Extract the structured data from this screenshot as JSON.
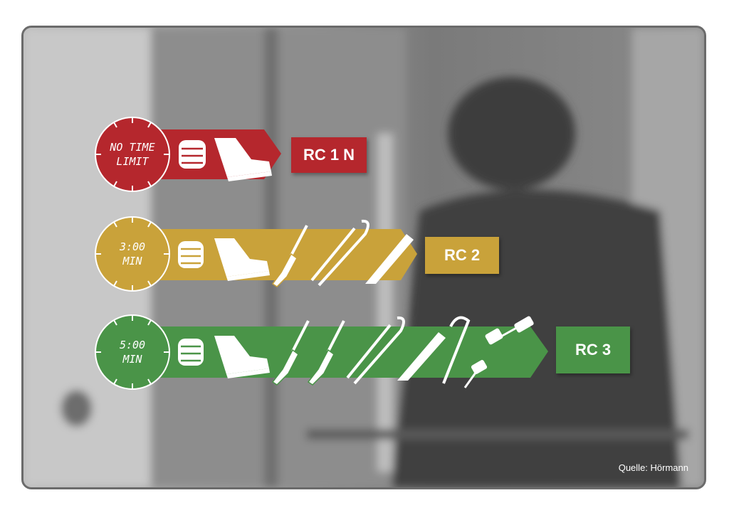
{
  "levels": [
    {
      "time_line1": "NO TIME",
      "time_line2": "LIMIT",
      "label": "RC 1 N",
      "color": "#b5272d",
      "tools": [
        "fist-icon",
        "boot-icon"
      ]
    },
    {
      "time_line1": "3:00",
      "time_line2": "MIN",
      "label": "RC 2",
      "color": "#c9a23a",
      "tools": [
        "fist-icon",
        "boot-icon",
        "screwdriver-icon",
        "pliers-icon",
        "wedge-icon"
      ]
    },
    {
      "time_line1": "5:00",
      "time_line2": "MIN",
      "label": "RC 3",
      "color": "#4a9448",
      "tools": [
        "fist-icon",
        "boot-icon",
        "screwdriver-icon",
        "screwdriver-icon",
        "pliers-icon",
        "wedge-icon",
        "crowbar-icon",
        "hand-drill-icon"
      ]
    }
  ],
  "source": "Quelle: Hörmann"
}
